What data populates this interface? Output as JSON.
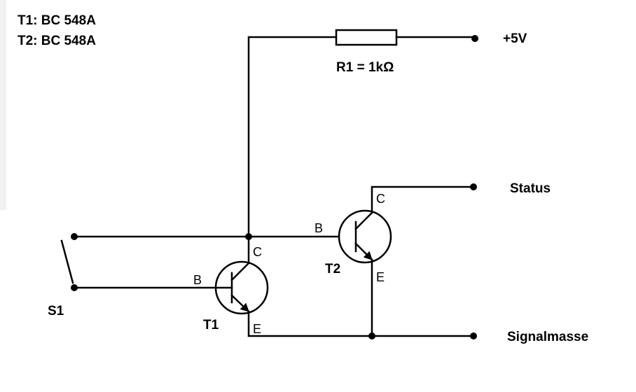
{
  "parts_list": {
    "t1": "T1: BC 548A",
    "t2": "T2: BC 548A"
  },
  "labels": {
    "r1": "R1 = 1kΩ",
    "vcc": "+5V",
    "status": "Status",
    "ground": "Signalmasse",
    "switch": "S1",
    "t1_name": "T1",
    "t2_name": "T2"
  },
  "pins": {
    "t1_base": "B",
    "t1_collector": "C",
    "t1_emitter": "E",
    "t2_base": "B",
    "t2_collector": "C",
    "t2_emitter": "E"
  }
}
